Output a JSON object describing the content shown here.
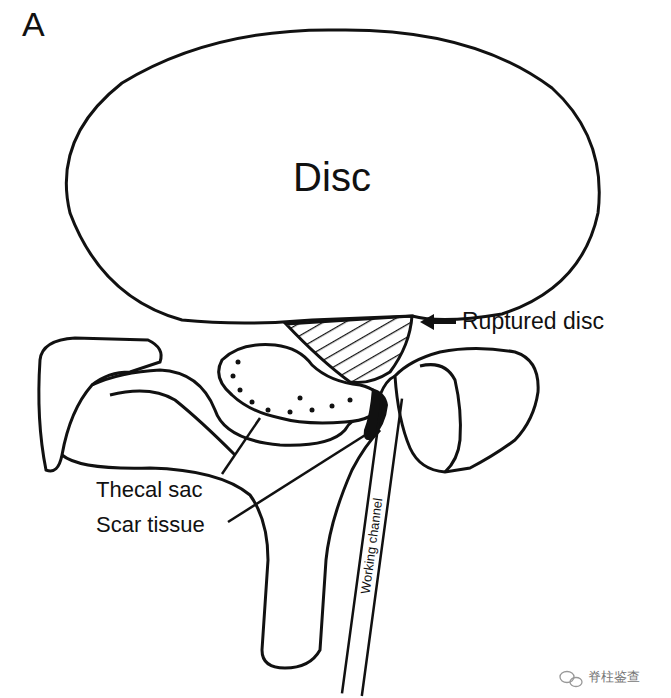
{
  "diagram": {
    "nodes": [
      {
        "text": [
          "Disc"
        ]
      },
      {
        "text": [
          "Working channel"
        ]
      }
    ],
    "labels": [
      "A",
      "Ruptured disc",
      "Thecal sac",
      "Scar tissue",
      "脊柱鉴查"
    ]
  }
}
